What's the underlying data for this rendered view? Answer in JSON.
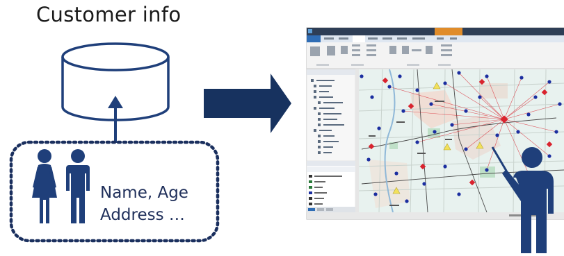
{
  "title": "Customer info",
  "customer_fields": {
    "line1": "Name, Age",
    "line2": "Address …"
  },
  "colors": {
    "navy": "#1f3f7a",
    "dark_navy": "#17325f",
    "map_bg": "#e8f2ef",
    "ribbon": "#f3f3f3",
    "panel": "#f7f7f7",
    "red_marker": "#d9232e",
    "blue_marker": "#1b2ea0",
    "yellow_marker": "#f2e15b"
  },
  "icons": {
    "database": "database-cylinder-icon",
    "people": "people-pair-icon",
    "arrow_up": "arrow-up-icon",
    "arrow_right": "arrow-right-icon",
    "presenter": "presenter-pointing-icon"
  }
}
